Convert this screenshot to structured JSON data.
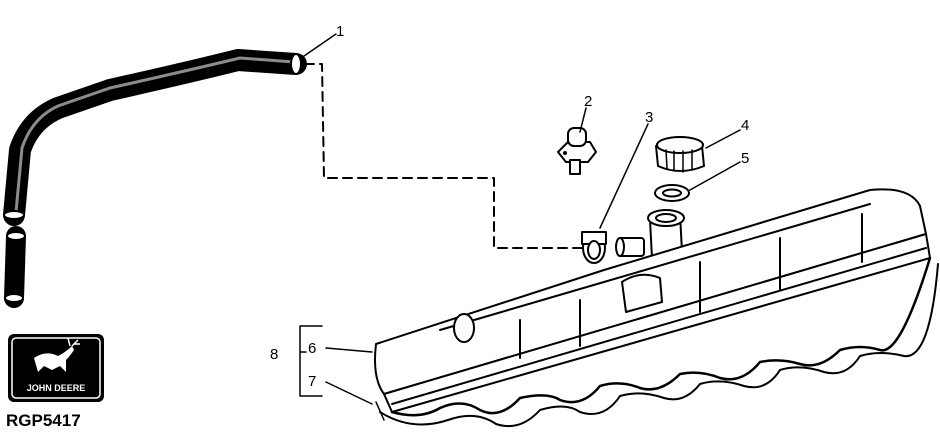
{
  "callouts": {
    "c1": "1",
    "c2": "2",
    "c3": "3",
    "c4": "4",
    "c5": "5",
    "c6": "6",
    "c7": "7",
    "c8": "8"
  },
  "figure_id": "RGP5417",
  "logo": {
    "text": "JOHN DEERE",
    "icon": "deer-logo-icon"
  },
  "colors": {
    "ink": "#000000",
    "paper": "#ffffff"
  }
}
